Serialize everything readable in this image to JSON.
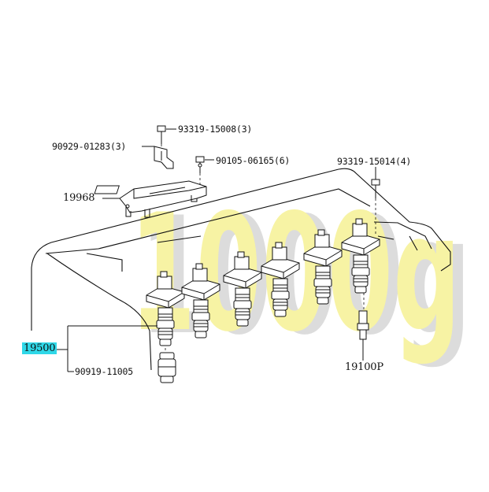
{
  "diagram": {
    "watermark_text": "1000g",
    "colors": {
      "watermark_fill": "#f7f3a4",
      "watermark_shade": "#d9d9d9",
      "line": "#111111",
      "highlight": "#2fd8e8"
    },
    "parts": [
      {
        "id": "p1",
        "number": "93319-15008",
        "qty": "(3)"
      },
      {
        "id": "p2",
        "number": "90929-01283",
        "qty": "(3)"
      },
      {
        "id": "p3",
        "number": "90105-06165",
        "qty": "(6)"
      },
      {
        "id": "p4",
        "number": "93319-15014",
        "qty": "(4)"
      },
      {
        "id": "p5",
        "number": "19968",
        "qty": ""
      },
      {
        "id": "p6",
        "number": "19500",
        "qty": "",
        "highlighted": true
      },
      {
        "id": "p7",
        "number": "90919-11005",
        "qty": ""
      },
      {
        "id": "p8",
        "number": "19100P",
        "qty": ""
      }
    ]
  }
}
